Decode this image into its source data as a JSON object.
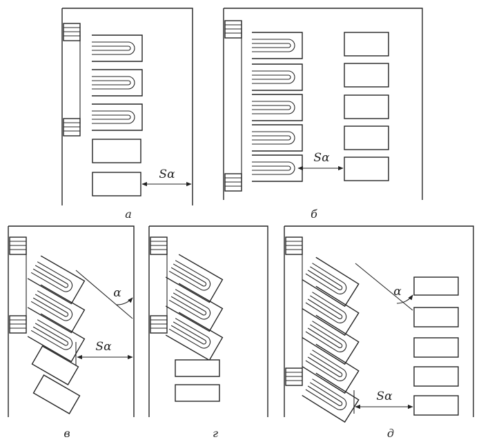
{
  "panels": [
    {
      "id": "a",
      "label": "а",
      "dimension_label": "Sα"
    },
    {
      "id": "b",
      "label": "б",
      "dimension_label": "Sα"
    },
    {
      "id": "v",
      "label": "в",
      "dimension_label": "Sα",
      "angle_label": "α"
    },
    {
      "id": "g",
      "label": "г"
    },
    {
      "id": "d",
      "label": "д",
      "dimension_label": "Sα",
      "angle_label": "α"
    }
  ]
}
